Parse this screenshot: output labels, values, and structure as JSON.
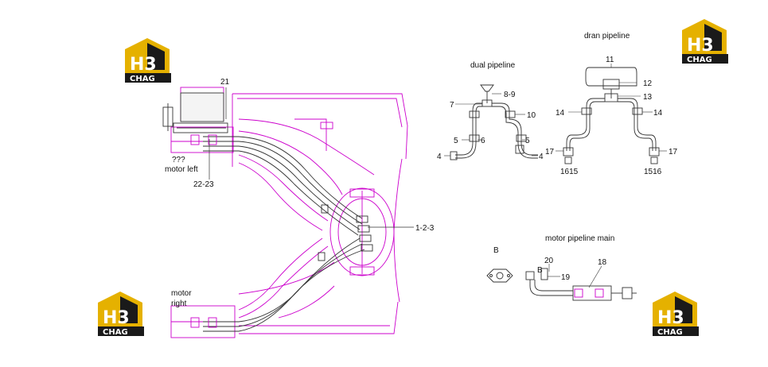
{
  "logo": {
    "mark": "H3",
    "text": "CHAG",
    "colors": {
      "gold": "#e5b100",
      "dark": "#1a1a1a"
    }
  },
  "colors": {
    "frame": "#cc00cc",
    "ink": "#111111",
    "pipe": "#333333"
  },
  "labels": {
    "motor_left": "motor  left",
    "motor_right_1": "motor",
    "motor_right_2": "right",
    "unknown": "???",
    "n21": "21",
    "n22_23": "22-23",
    "n1_2_3": "1-2-3",
    "dual_title": "dual  pipeline",
    "dran_title": "dran  pipeline",
    "main_title": "motor  pipeline main",
    "B_left": "B",
    "B_right": "B",
    "dual": {
      "n7": "7",
      "n8_9": "8-9",
      "n10": "10",
      "n5a": "5",
      "n6": "6",
      "n5b": "5",
      "n4a": "4",
      "n4b": "4"
    },
    "dran": {
      "n11": "11",
      "n12": "12",
      "n13": "13",
      "n14a": "14",
      "n14b": "14",
      "n17a": "17",
      "n17b": "17",
      "n1615": "1615",
      "n1516": "1516"
    },
    "main": {
      "n20": "20",
      "n19": "19",
      "n18": "18"
    }
  }
}
